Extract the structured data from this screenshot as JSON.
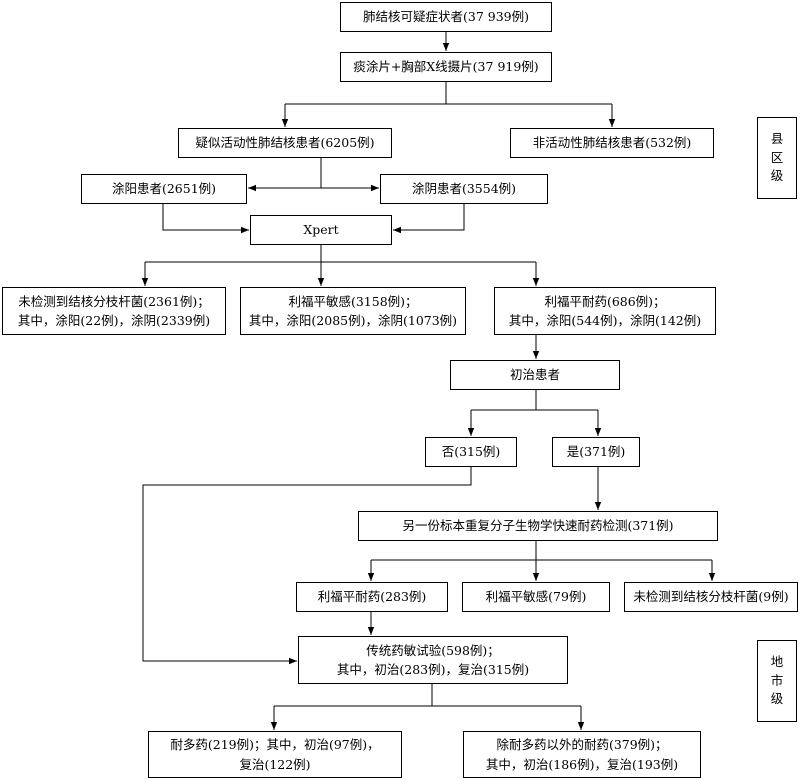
{
  "nodes": {
    "suspects": {
      "lines": [
        "肺结核可疑症状者(37 939例)"
      ]
    },
    "sputum_xray": {
      "lines": [
        "痰涂片+胸部X线摄片(37 919例)"
      ]
    },
    "active": {
      "lines": [
        "疑似活动性肺结核患者(6205例)"
      ]
    },
    "inactive": {
      "lines": [
        "非活动性肺结核患者(532例)"
      ]
    },
    "smear_pos": {
      "lines": [
        "涂阳患者(2651例)"
      ]
    },
    "smear_neg": {
      "lines": [
        "涂阴患者(3554例)"
      ]
    },
    "xpert": {
      "lines": [
        "Xpert"
      ]
    },
    "not_detected": {
      "lines": [
        "未检测到结核分枝杆菌(2361例)；",
        "其中，涂阳(22例)，涂阴(2339例)"
      ]
    },
    "rif_sensitive": {
      "lines": [
        "利福平敏感(3158例)；",
        "其中，涂阳(2085例)，涂阴(1073例)"
      ]
    },
    "rif_resistant": {
      "lines": [
        "利福平耐药(686例)；",
        "其中，涂阳(544例)，涂阴(142例)"
      ]
    },
    "new_patients": {
      "lines": [
        "初治患者"
      ]
    },
    "no": {
      "lines": [
        "否(315例)"
      ]
    },
    "yes": {
      "lines": [
        "是(371例)"
      ]
    },
    "retest": {
      "lines": [
        "另一份标本重复分子生物学快速耐药检测(371例)"
      ]
    },
    "retest_resistant": {
      "lines": [
        "利福平耐药(283例)"
      ]
    },
    "retest_sensitive": {
      "lines": [
        "利福平敏感(79例)"
      ]
    },
    "retest_not_detected": {
      "lines": [
        "未检测到结核分枝杆菌(9例)"
      ]
    },
    "traditional_dst": {
      "lines": [
        "传统药敏试验(598例)；",
        "其中，初治(283例)，复治(315例)"
      ]
    },
    "mdr": {
      "lines": [
        "耐多药(219例)；其中，初治(97例)，",
        "复治(122例)"
      ]
    },
    "other_resistant": {
      "lines": [
        "除耐多药以外的耐药(379例)；",
        "其中，初治(186例)，复治(193例)"
      ]
    }
  },
  "levels": {
    "county": [
      "县",
      "区",
      "级"
    ],
    "city": [
      "地",
      "市",
      "级"
    ]
  }
}
